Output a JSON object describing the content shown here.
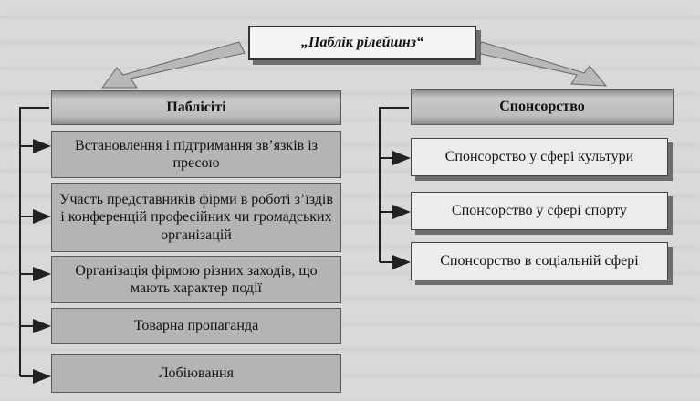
{
  "title": "„Паблік рілейшнз“",
  "publicity": {
    "header": "Паблісіті",
    "items": [
      "Встановлення і підтримання зв’язків із пресою",
      "Участь представників фірми в роботі з’їздів і конференцій професійних чи громадських організацій",
      "Організація фірмою різних заходів, що мають характер події",
      "Товарна пропаганда",
      "Лобіювання"
    ]
  },
  "sponsorship": {
    "header": "Спонсорство",
    "items": [
      "Спонсорство у сфері культури",
      "Спонсорство у сфері спорту",
      "Спонсорство в соціальній сфері"
    ]
  }
}
